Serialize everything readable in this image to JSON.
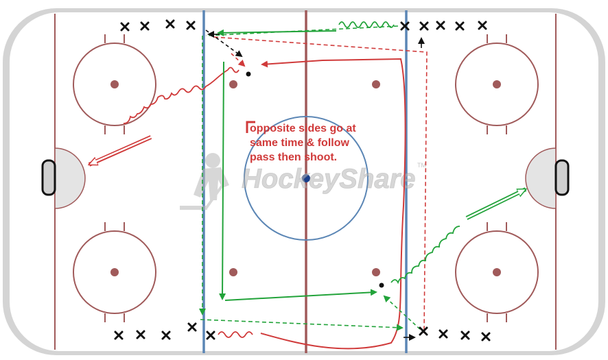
{
  "watermark": {
    "brand": "HockeyShare",
    "trademark": "TM"
  },
  "annotation": {
    "lines": [
      "opposite sides go at",
      "same time & follow",
      "pass then shoot."
    ]
  },
  "colors": {
    "board": "#d4d4d4",
    "ice": "#ffffff",
    "rink_lines": "#a05a5a",
    "blue_line": "#5b86b5",
    "center_circle": "#5b86b5",
    "center_dot": "#1a3f8a",
    "crease": "#e4e4e4",
    "player_marker": "#111111",
    "red_group": "#d03a3a",
    "green_group": "#22a33a",
    "puck": "#111111",
    "watermark": "#b8b8b8"
  },
  "icons": {
    "player": "x-mark",
    "skating_path": "solid-arrow",
    "pass": "dashed-arrow",
    "shot": "double-line-arrow",
    "stickhandling": "wavy-line",
    "puck": "dot"
  }
}
